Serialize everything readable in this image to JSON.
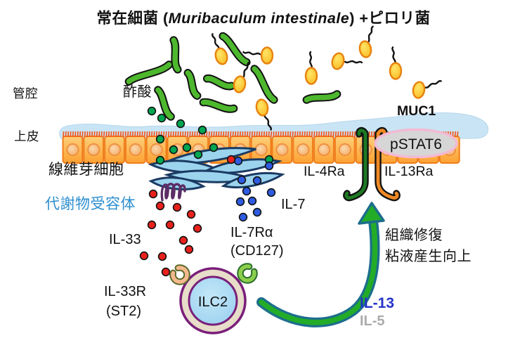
{
  "title": {
    "prefix": "常在細菌 (",
    "species": "Muribaculum intestinale",
    "suffix": ") +ピロリ菌"
  },
  "labels": {
    "lumen": "管腔",
    "epithelium": "上皮",
    "acetate": "酢酸",
    "fibroblast": "線維芽細胞",
    "metabolite_receptor": "代謝物受容体",
    "il33": "IL-33",
    "il33r_line1": "IL-33R",
    "il33r_line2": "(ST2)",
    "ilc2": "ILC2",
    "il7": "IL-7",
    "il7r_line1": "IL-7Rα",
    "il7r_line2": "(CD127)",
    "il4ra": "IL-4Ra",
    "il13ra": "IL-13Ra",
    "muc1": "MUC1",
    "pstat6": "pSTAT6",
    "outcome_line1": "組織修復",
    "outcome_line2": "粘液産生向上",
    "il13": "IL-13",
    "il5": "IL-5"
  },
  "colors": {
    "metabolite-text": "#2e8fd0",
    "il13-text": "#2433c8",
    "il5-text": "#ababab",
    "mucus": "#c9e4f4",
    "mucus-edge": "#b5d7ec",
    "cell-fill-top": "#ffcf79",
    "cell-fill-bottom": "#fca233",
    "cell-stroke": "#f07d1a",
    "nucleus-fill": "#f8c494",
    "nucleus-stroke": "#ee8e3c",
    "brush-border": "#f3571e",
    "green-bacterium": "#4db82e",
    "bacterium-outline": "#111111",
    "pylori-body": "#ffd21e",
    "pylori-outline": "#e8820e",
    "acetate-dot": "#00a651",
    "il33-dot": "#e8211d",
    "il7-dot": "#2e5be0",
    "dot-outline": "#111111",
    "fibroblast-fill": "#9cd4ee",
    "fibroblast-stroke": "#1b3b63",
    "gpcr": "#5c2d66",
    "ilc2-ring": "#e7ddc9",
    "ilc2-inner": "#a9dcf5",
    "ilc2-stroke": "#7a1f7a",
    "il33r-fill": "#f5b98e",
    "il33r-outline": "#5a6b2a",
    "il7r-fill": "#8ccf4d",
    "il7r-outline": "#2b6e2b",
    "il4ra-receptor": "#1d7a24",
    "il13ra-receptor": "#f08a24",
    "receptor-outline": "#111111",
    "pstat6-fill": "#d6d6d6",
    "pstat6-stroke": "#f3b9d3",
    "arrow-fill": "#23ac28",
    "arrow-stroke": "#1c6e8c"
  }
}
